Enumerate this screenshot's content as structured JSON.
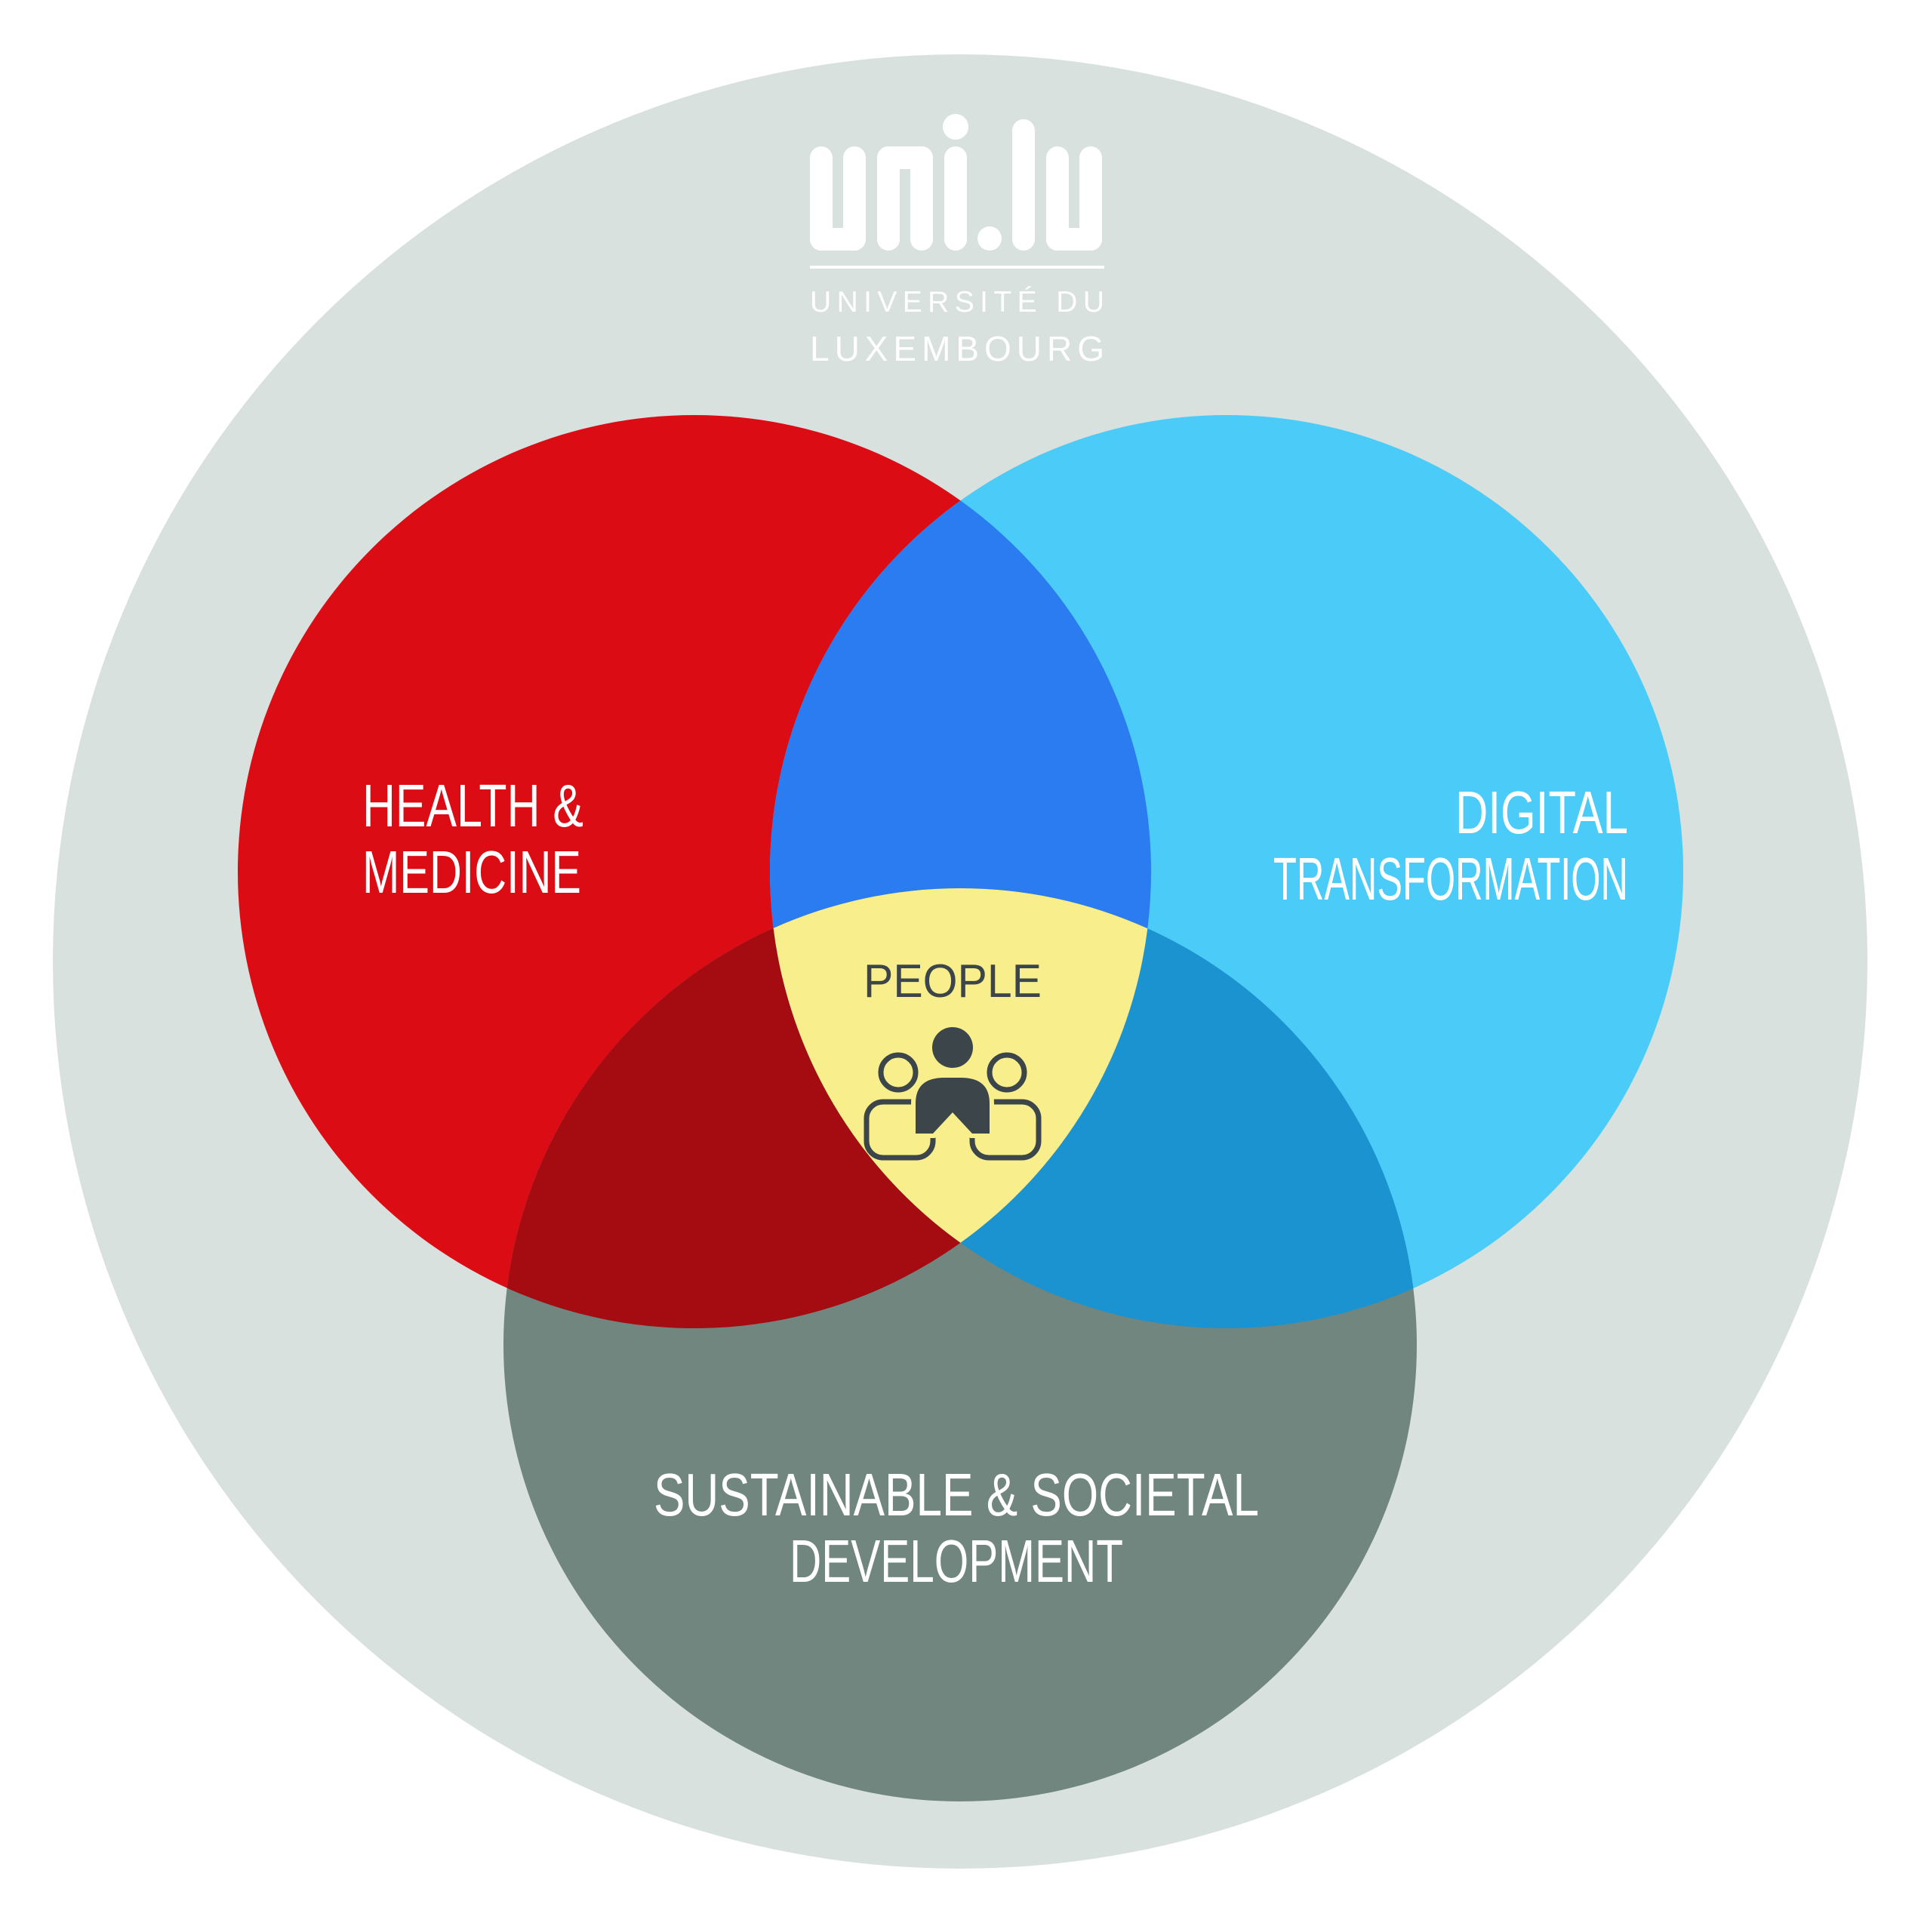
{
  "page": {
    "background_color": "#FFFFFF"
  },
  "logo": {
    "wordmark": "uni.lu",
    "institution_line1": "UNIVERSITÉ DU",
    "institution_line2": "LUXEMBOURG",
    "color": "#FFFFFF"
  },
  "venn": {
    "outer_circle_color": "#D8E1DE",
    "circles": [
      {
        "name": "Health & Medicine",
        "label_lines": [
          "HEALTH &",
          "MEDICINE"
        ],
        "color": "#DB0C14",
        "label_color": "#FFFFFF"
      },
      {
        "name": "Digital Transformation",
        "label_lines": [
          "DIGITAL",
          "TRANSFORMATION"
        ],
        "color": "#4BCBF7",
        "label_color": "#FFFFFF"
      },
      {
        "name": "Sustainable & Societal Development",
        "label_lines": [
          "SUSTAINABLE & SOCIETAL",
          "DEVELOPMENT"
        ],
        "color": "#71867F",
        "label_color": "#FFFFFF"
      }
    ],
    "overlaps": {
      "health_digital_color": "#2B7CF0",
      "health_sustainable_color": "#A40C11",
      "digital_sustainable_color": "#1B93D0"
    },
    "center": {
      "label": "PEOPLE",
      "region_color": "#F9EE8C",
      "text_color": "#3C4549",
      "icon": "people-group-icon"
    }
  }
}
